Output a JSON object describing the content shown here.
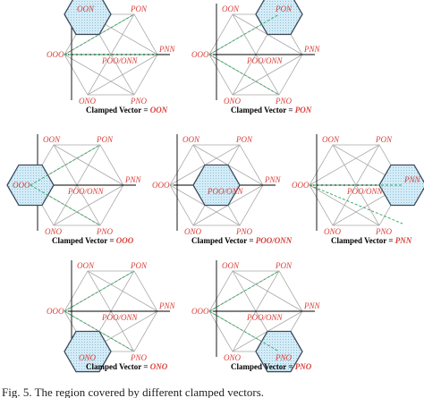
{
  "caption": "Fig. 5. The region covered by different clamped vectors.",
  "caption_prefix": "Clamped Vector = ",
  "vertex_labels": {
    "oon": "OON",
    "pon": "PON",
    "ooo": "OOO",
    "poo_onn": "POO/ONN",
    "pnn": "PNN",
    "ono": "ONO",
    "pno": "PNO"
  },
  "panels": [
    {
      "clamped": "OON"
    },
    {
      "clamped": "PON"
    },
    {
      "clamped": "OOO"
    },
    {
      "clamped": "POO/ONN"
    },
    {
      "clamped": "PNN"
    },
    {
      "clamped": "ONO"
    },
    {
      "clamped": "PNO"
    }
  ],
  "colors": {
    "grid": "#a8a8a8",
    "hexagon": "#3c4a5c",
    "fill": "#b9dcee",
    "diagonal": "#2da35a",
    "axis": "#000000",
    "label": "#d9403a"
  }
}
